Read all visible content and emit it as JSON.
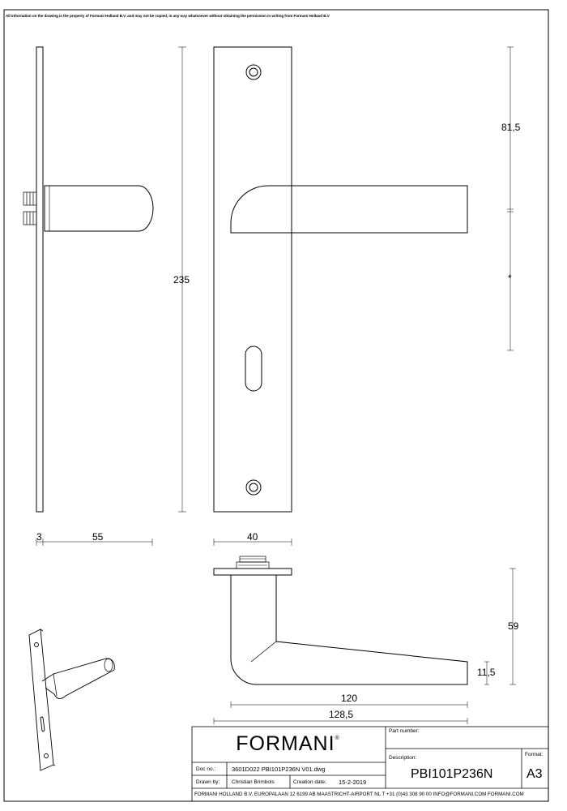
{
  "notice": "All information on the drawing is the property of Formani Holland B.V. and may not be copied, in any way whatsoever without obtaining the permission in writing from Formani Holland B.V",
  "dimensions": {
    "backplate_thickness": "3",
    "handle_projection": "55",
    "plate_height": "235",
    "plate_width": "40",
    "lever_height_offset": "81,5",
    "center_mark": "*",
    "rose_projection": "59",
    "lever_thickness": "11,5",
    "lever_length": "120",
    "total_length": "128,5"
  },
  "title_block": {
    "brand": "FORMANI",
    "brand_mark": "®",
    "part_number_label": "Part number:",
    "description_label": "Description:",
    "description_value": "PBI101P236N",
    "format_label": "Format:",
    "format_value": "A3",
    "doc_no_label": "Doc no.:",
    "doc_no_value": "3601D022 PBI101P236N V01.dwg",
    "drawn_by_label": "Drawn by:",
    "drawn_by_value": "Christian Brimbols",
    "creation_date_label": "Creation date:",
    "creation_date_value": "15-2-2019",
    "footer": "FORMANI HOLLAND B.V.  EUROPALAAN 12  6199 AB MAASTRICHT-AIRPORT NL  T +31 (0)43 308 90 00 INFO@FORMANI.COM FORMANI.COM"
  }
}
